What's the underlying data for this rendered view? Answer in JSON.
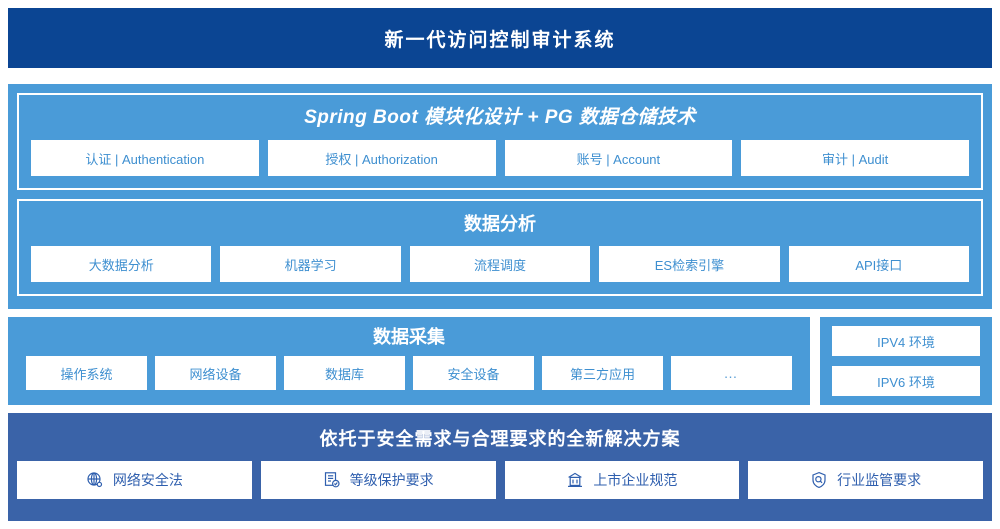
{
  "header": {
    "title": "新一代访问控制审计系统",
    "bg_color": "#0b4593"
  },
  "platform": {
    "bg_color": "#4a9bd8",
    "sections": [
      {
        "title": "Spring Boot 模块化设计 + PG 数据仓储技术",
        "cards": [
          {
            "label": "认证 | Authentication"
          },
          {
            "label": "授权 | Authorization"
          },
          {
            "label": "账号 | Account"
          },
          {
            "label": "审计 | Audit"
          }
        ]
      },
      {
        "title": "数据分析",
        "cards": [
          {
            "label": "大数据分析"
          },
          {
            "label": "机器学习"
          },
          {
            "label": "流程调度"
          },
          {
            "label": "ES检索引擎"
          },
          {
            "label": "API接口"
          }
        ]
      }
    ]
  },
  "collection": {
    "title": "数据采集",
    "bg_color": "#4a9bd8",
    "cards": [
      {
        "label": "操作系统"
      },
      {
        "label": "网络设备"
      },
      {
        "label": "数据库"
      },
      {
        "label": "安全设备"
      },
      {
        "label": "第三方应用"
      },
      {
        "label": "…"
      }
    ]
  },
  "environment": {
    "bg_color": "#4a9bd8",
    "cards": [
      {
        "label": "IPV4 环境"
      },
      {
        "label": "IPV6 环境"
      }
    ]
  },
  "solution": {
    "title": "依托于安全需求与合理要求的全新解决方案",
    "bg_color": "#3a63a8",
    "accent_color": "#2f5fae",
    "cards": [
      {
        "label": "网络安全法",
        "icon": "globe-icon"
      },
      {
        "label": "等级保护要求",
        "icon": "document-check-icon"
      },
      {
        "label": "上市企业规范",
        "icon": "bank-building-icon"
      },
      {
        "label": "行业监管要求",
        "icon": "shield-search-icon"
      }
    ]
  }
}
